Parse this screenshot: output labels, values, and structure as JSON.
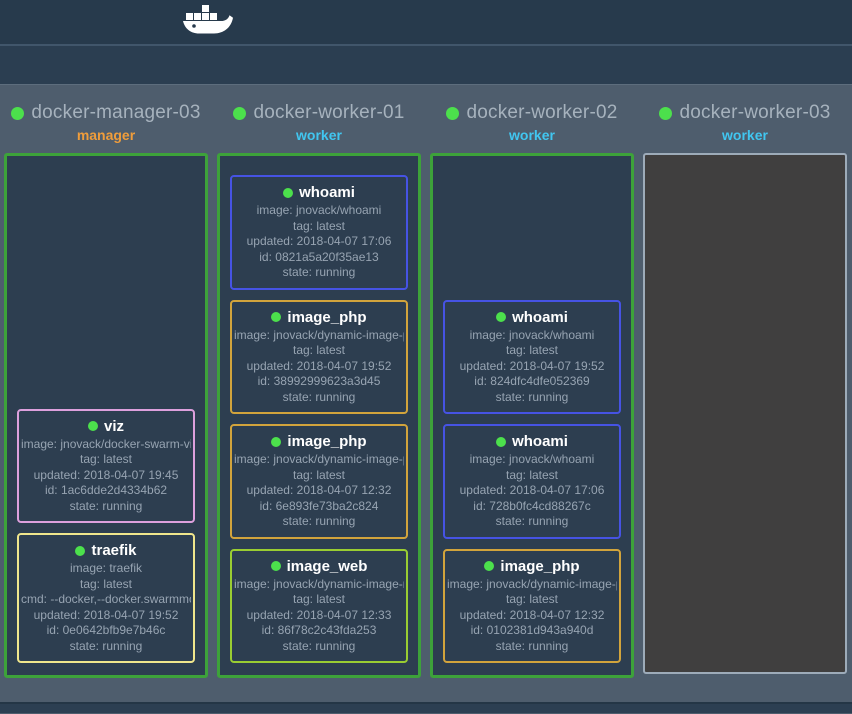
{
  "icons": {
    "logo": "docker-whale-icon",
    "node_status": "green-status-dot-icon",
    "task_status": "green-status-dot-icon"
  },
  "colors": {
    "topbar_bg": "#273a4c",
    "subbar_bg": "#2b3e51",
    "main_bg": "#4e5d6d",
    "node_box_bg": "#2d3e50",
    "node_border_up": "#3da23a",
    "node_box_down_bg": "#403f3f",
    "node_border_down": "#9dabb9",
    "status_dot": "#4ce04c",
    "manager_role": "#f09d3b",
    "worker_role": "#41c6f0",
    "node_name_text": "#a6b2bd",
    "task_text": "#97a4b2",
    "task_title_text": "#ffffff"
  },
  "nodes": [
    {
      "name": "docker-manager-03",
      "role": "manager",
      "role_color": "#f09d3b",
      "status_color": "#4ce04c",
      "up": true,
      "tasks": [
        {
          "name": "viz",
          "border_color": "#dda0dd",
          "status_color": "#4ce04c",
          "lines": [
            "image: jnovack/docker-swarm-visualizer",
            "tag: latest",
            "updated: 2018-04-07 19:45",
            "id: 1ac6dde2d4334b62",
            "state: running"
          ]
        },
        {
          "name": "traefik",
          "border_color": "#f0e68c",
          "status_color": "#4ce04c",
          "lines": [
            "image: traefik",
            "tag: latest",
            "cmd: --docker,--docker.swarmmode",
            "updated: 2018-04-07 19:52",
            "id: 0e0642bfb9e7b46c",
            "state: running"
          ]
        }
      ]
    },
    {
      "name": "docker-worker-01",
      "role": "worker",
      "role_color": "#41c6f0",
      "status_color": "#4ce04c",
      "up": true,
      "tasks": [
        {
          "name": "whoami",
          "border_color": "#4653e4",
          "status_color": "#4ce04c",
          "lines": [
            "image: jnovack/whoami",
            "tag: latest",
            "updated: 2018-04-07 17:06",
            "id: 0821a5a20f35ae13",
            "state: running"
          ]
        },
        {
          "name": "image_php",
          "border_color": "#d2a43c",
          "status_color": "#4ce04c",
          "lines": [
            "image: jnovack/dynamic-image-php",
            "tag: latest",
            "updated: 2018-04-07 19:52",
            "id: 38992999623a3d45",
            "state: running"
          ]
        },
        {
          "name": "image_php",
          "border_color": "#d2a43c",
          "status_color": "#4ce04c",
          "lines": [
            "image: jnovack/dynamic-image-php",
            "tag: latest",
            "updated: 2018-04-07 12:32",
            "id: 6e893fe73ba2c824",
            "state: running"
          ]
        },
        {
          "name": "image_web",
          "border_color": "#9acd32",
          "status_color": "#4ce04c",
          "lines": [
            "image: jnovack/dynamic-image-nginx",
            "tag: latest",
            "updated: 2018-04-07 12:33",
            "id: 86f78c2c43fda253",
            "state: running"
          ]
        }
      ]
    },
    {
      "name": "docker-worker-02",
      "role": "worker",
      "role_color": "#41c6f0",
      "status_color": "#4ce04c",
      "up": true,
      "tasks": [
        {
          "name": "whoami",
          "border_color": "#4653e4",
          "status_color": "#4ce04c",
          "lines": [
            "image: jnovack/whoami",
            "tag: latest",
            "updated: 2018-04-07 19:52",
            "id: 824dfc4dfe052369",
            "state: running"
          ]
        },
        {
          "name": "whoami",
          "border_color": "#4653e4",
          "status_color": "#4ce04c",
          "lines": [
            "image: jnovack/whoami",
            "tag: latest",
            "updated: 2018-04-07 17:06",
            "id: 728b0fc4cd88267c",
            "state: running"
          ]
        },
        {
          "name": "image_php",
          "border_color": "#d2a43c",
          "status_color": "#4ce04c",
          "lines": [
            "image: jnovack/dynamic-image-php",
            "tag: latest",
            "updated: 2018-04-07 12:32",
            "id: 0102381d943a940d",
            "state: running"
          ]
        }
      ]
    },
    {
      "name": "docker-worker-03",
      "role": "worker",
      "role_color": "#41c6f0",
      "status_color": "#4ce04c",
      "up": false,
      "tasks": []
    }
  ]
}
